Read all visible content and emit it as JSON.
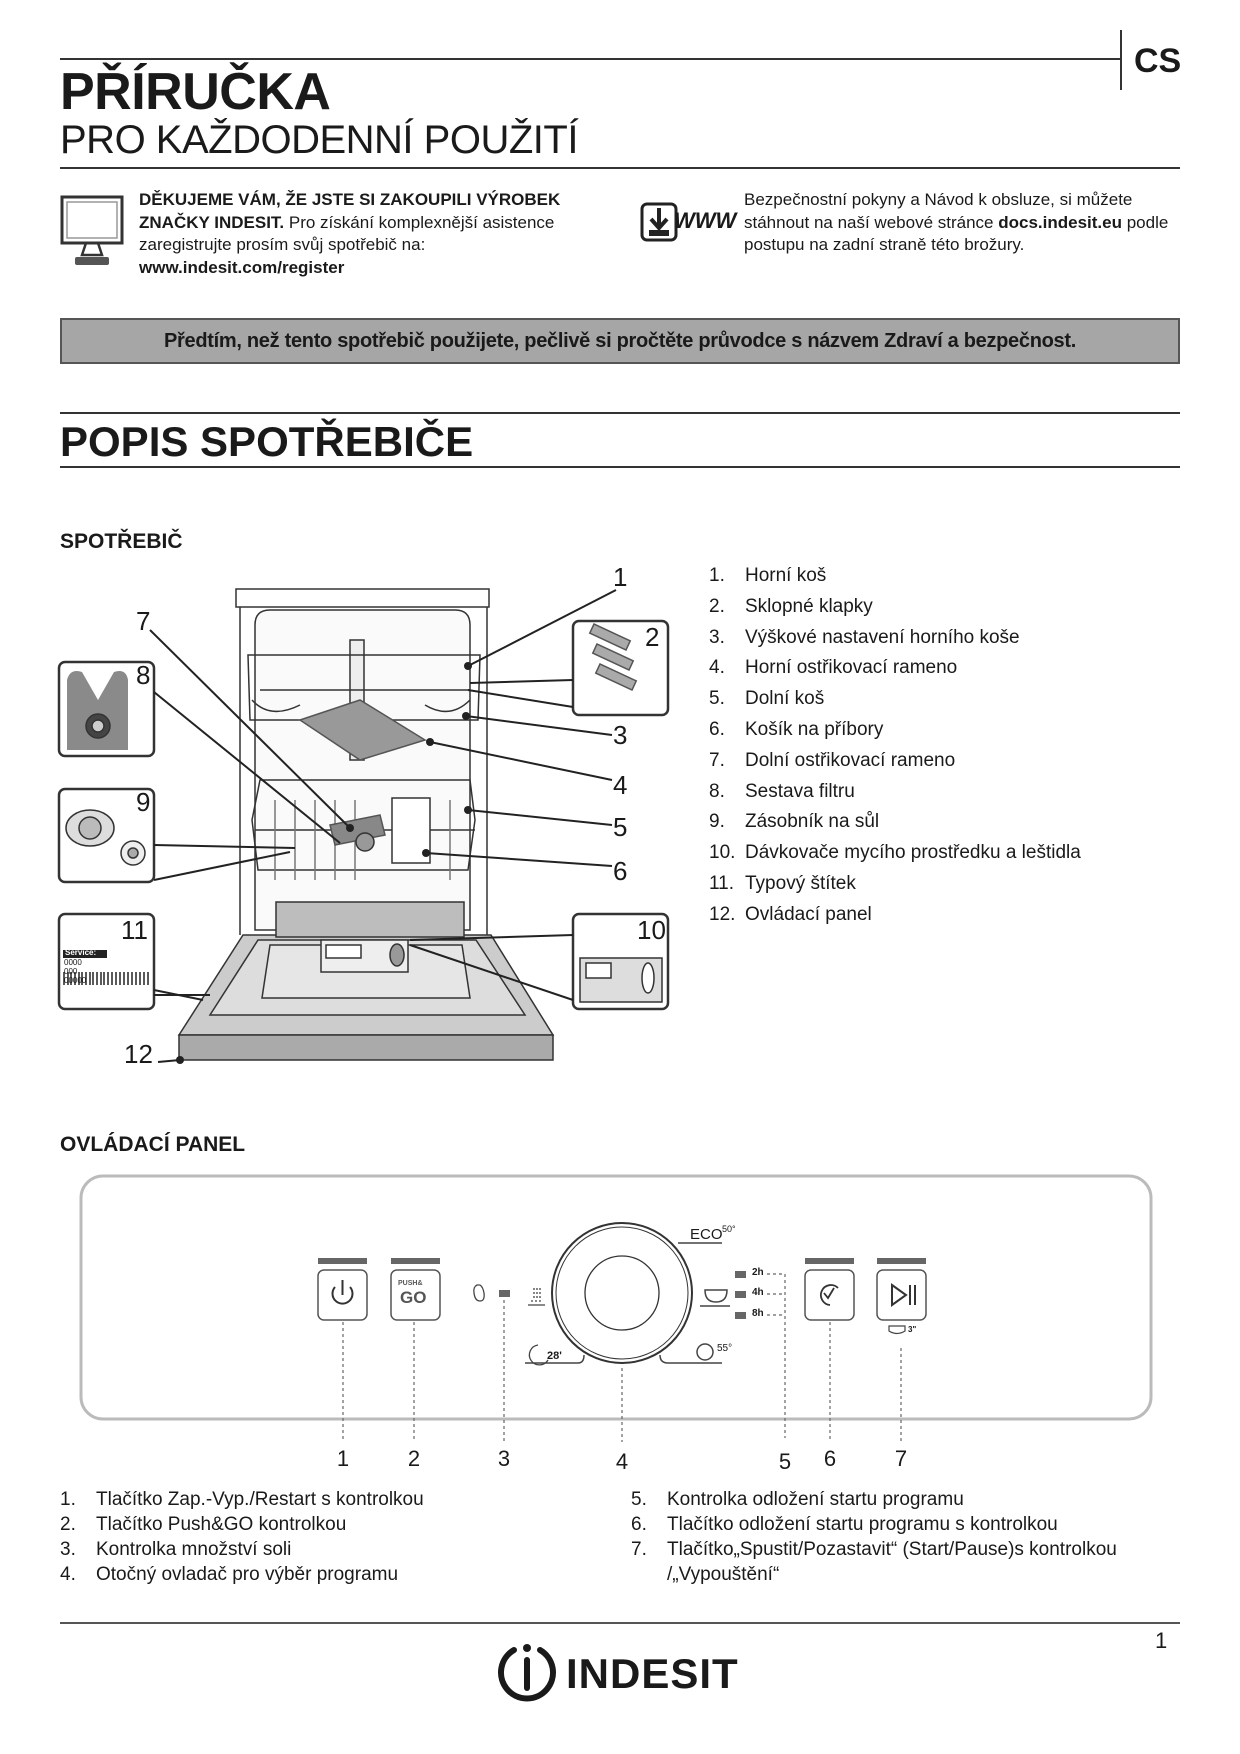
{
  "header": {
    "title": "PŘÍRUČKA",
    "subtitle": "PRO KAŽDODENNÍ POUŽITÍ",
    "lang": "CS"
  },
  "intro_left": {
    "bold": "DĚKUJEME VÁM, ŽE JSTE SI ZAKOUPILI VÝROBEK ZNAČKY INDESIT.",
    "text": " Pro získání komplexnější asistence zaregistrujte prosím svůj spotřebič na:",
    "link": "www.indesit.com/register",
    "icon": "computer-icon"
  },
  "intro_right": {
    "text1": "Bezpečnostní pokyny a Návod k obsluze, si můžete stáhnout na naší webové stránce ",
    "link": "docs.indesit.eu",
    "text2": " podle postupu na zadní straně této brožury.",
    "icon_label": "WWW",
    "icon": "download-www-icon"
  },
  "banner": "Předtím, než tento spotřebič použijete, pečlivě si pročtěte průvodce s názvem Zdraví a bezpečnost.",
  "section_title": "POPIS SPOTŘEBIČE",
  "appliance": {
    "heading": "SPOTŘEBIČ",
    "items": [
      {
        "n": "1.",
        "label": "Horní koš"
      },
      {
        "n": "2.",
        "label": "Sklopné klapky"
      },
      {
        "n": "3.",
        "label": "Výškové nastavení horního koše"
      },
      {
        "n": "4.",
        "label": "Horní ostřikovací rameno"
      },
      {
        "n": "5.",
        "label": "Dolní koš"
      },
      {
        "n": "6.",
        "label": "Košík na příbory"
      },
      {
        "n": "7.",
        "label": "Dolní ostřikovací rameno"
      },
      {
        "n": "8.",
        "label": "Sestava filtru"
      },
      {
        "n": "9.",
        "label": "Zásobník na sůl"
      },
      {
        "n": "10.",
        "label": "Dávkovače mycího prostředku a leštidla"
      },
      {
        "n": "11.",
        "label": "Typový štítek"
      },
      {
        "n": "12.",
        "label": "Ovládací panel"
      }
    ],
    "callouts": [
      "1",
      "2",
      "3",
      "4",
      "5",
      "6",
      "7",
      "8",
      "9",
      "10",
      "11",
      "12"
    ],
    "label_service": "Service:",
    "label_serial": "0000 000 00000"
  },
  "panel": {
    "heading": "OVLÁDACÍ PANEL",
    "push_go": "PUSH&",
    "go": "GO",
    "eco": "ECO",
    "eco_temp": "50°",
    "quick": "28'",
    "intensive": "55°",
    "delays": [
      "2h",
      "4h",
      "8h"
    ],
    "drain": "3\"",
    "numbers": [
      "1",
      "2",
      "3",
      "4",
      "5",
      "6",
      "7"
    ],
    "legend_left": [
      {
        "n": "1.",
        "label": "Tlačítko Zap.-Vyp./Restart s kontrolkou"
      },
      {
        "n": "2.",
        "label": "Tlačítko Push&GO kontrolkou"
      },
      {
        "n": "3.",
        "label": "Kontrolka množství soli"
      },
      {
        "n": "4.",
        "label": "Otočný ovladač pro výběr programu"
      }
    ],
    "legend_right": [
      {
        "n": "5.",
        "label": "Kontrolka odložení startu programu"
      },
      {
        "n": "6.",
        "label": "Tlačítko odložení startu programu s kontrolkou"
      },
      {
        "n": "7.",
        "label": "Tlačítko„Spustit/Pozastavit“ (Start/Pause)s kontrolkou"
      },
      {
        "n": "",
        "label": "/„Vypouštění“"
      }
    ]
  },
  "footer": {
    "page": "1",
    "brand": "INDESIT"
  }
}
